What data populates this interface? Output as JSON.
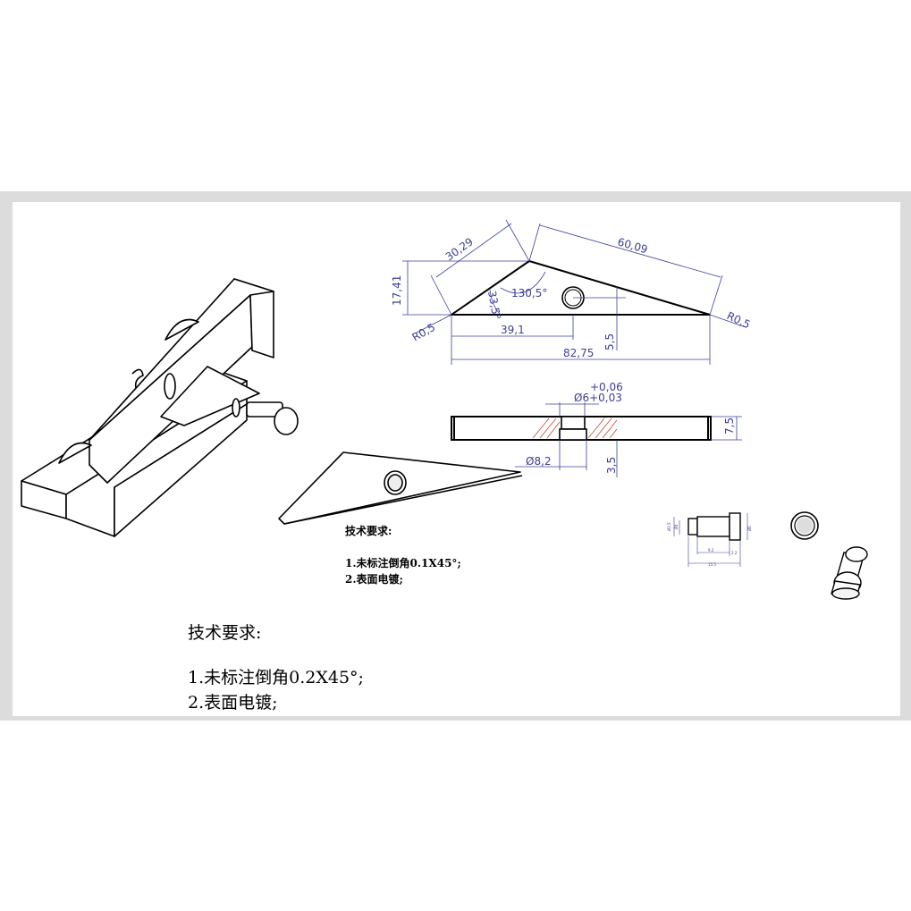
{
  "drawing": {
    "dims": {
      "d1": "30,29",
      "d2": "60,09",
      "d3": "17,41",
      "d4": "130,5°",
      "d5": "33,5°",
      "d6": "R0,5",
      "d7": "R0,5",
      "d8": "39,1",
      "d9": "82,75",
      "d10": "5,5",
      "tol_upper": "+0,06",
      "hole": "Ø6+0,03",
      "thick": "7,5",
      "cbore": "Ø8,2",
      "depth": "3,5"
    },
    "notes_small": {
      "title": "技术要求:",
      "line1": "1.未标注倒角0.1X45°;",
      "line2": "2.表面电镀;"
    },
    "notes_large": {
      "title": "技术要求:",
      "line1": "1.未标注倒角0.2X45°;",
      "line2": "2.表面电镀;"
    }
  },
  "colors": {
    "line": "#000000",
    "dimension": "#3b3f9a",
    "hatch": "#c0392b",
    "background": "#ffffff",
    "frame": "#dcdcdc"
  }
}
